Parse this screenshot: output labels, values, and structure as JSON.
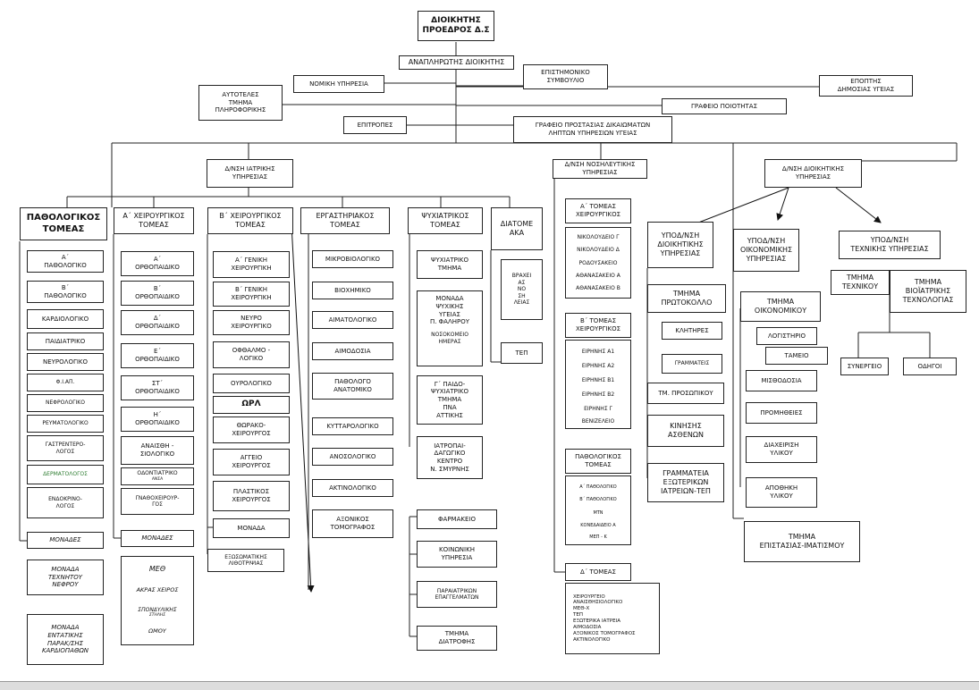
{
  "top": {
    "director": "ΔΙΟΙΚΗΤΗΣ\nΠΡΟΕΔΡΟΣ Δ.Σ",
    "deputy": "ΑΝΑΠΛΗΡΩΤΗΣ ΔΙΟΙΚΗΤΗΣ",
    "legal": "ΝΟΜΙΚΗ ΥΠΗΡΕΣΙΑ",
    "scientific": "ΕΠΙΣΤΗΜΟΝΙΚΟ\nΣΥΜΒΟΥΛΙΟ",
    "health_supervisor": "ΕΠΟΠΤΗΣ\nΔΗΜΟΣΙΑΣ ΥΓΕΙΑΣ",
    "it": "ΑΥΤΟΤΕΛΕΣ\nΤΜΗΜΑ\nΠΛΗΡΟΦΟΡΙΚΗΣ",
    "quality": "ΓΡΑΦΕΙΟ ΠΟΙΟΤΗΤΑΣ",
    "committees": "ΕΠΙΤΡΟΠΕΣ",
    "rights": "ΓΡΑΦΕΙΟ ΠΡΟΣΤΑΣΙΑΣ ΔΙΚΑΙΩΜΑΤΩΝ\nΛΗΠΤΩΝ ΥΠΗΡΕΣΙΩΝ ΥΓΕΙΑΣ"
  },
  "directorates": {
    "medical": "Δ/ΝΣΗ ΙΑΤΡΙΚΗΣ\nΥΠΗΡΕΣΙΑΣ",
    "nursing": "Δ/ΝΣΗ ΝΟΣΗΛΕΥΤΙΚΗΣ\nΥΠΗΡΕΣΙΑΣ",
    "admin": "Δ/ΝΣΗ ΔΙΟΙΚΗΤΙΚΗΣ\nΥΠΗΡΕΣΙΑΣ"
  },
  "pathology": {
    "title": "ΠΑΘΟΛΟΓΙΚΟΣ\nΤΟΜΕΑΣ",
    "items": [
      "Α΄\nΠΑΘΟΛΟΓΙΚΟ",
      "Β΄\nΠΑΘΟΛΟΓΙΚΟ",
      "ΚΑΡΔΙΟΛΟΓΙΚΟ",
      "ΠΑΙΔΙΑΤΡΙΚΟ",
      "ΝΕΥΡΟΛΟΓΙΚΟ",
      "Φ.Ι.ΑΠ.",
      "ΝΕΦΡΟΛΟΓΙΚΟ",
      "ΡΕΥΜΑΤΟΛΟΓΙΚΟ",
      "ΓΑΣΤΡΕΝΤΕΡΟ-\nΛΟΓΟΣ",
      "ΔΕΡΜΑΤΟΛΟΓΟΣ",
      "ΕΝΔΟΚΡΙΝΟ-\nΛΟΓΟΣ"
    ],
    "units": "ΜΟΝΑΔΕΣ",
    "unit_items": [
      "ΜΟΝΑΔΑ\nΤΕΧΝΗΤΟΥ\nΝΕΦΡΟΥ",
      "ΜΟΝΑΔΑ\nΕΝΤΑΤΙΚΗΣ\nΠΑΡΑΚ/ΣΗΣ\nΚΑΡΔΙΟΠΑΘΩΝ"
    ]
  },
  "surgical_a": {
    "title": "Α΄ ΧΕΙΡΟΥΡΓΙΚΟΣ\nΤΟΜΕΑΣ",
    "items": [
      "Α΄\nΟΡΘΟΠΑΙΔΙΚΟ",
      "Β΄\nΟΡΘΟΠΑΙΔΙΚΟ",
      "Δ΄\nΟΡΘΟΠΑΙΔΙΚΟ",
      "Ε΄\nΟΡΘΟΠΑΙΔΙΚΟ",
      "ΣΤ΄\nΟΡΘΟΠΑΙΔΙΚΟ",
      "Η΄\nΟΡΘΟΠΑΙΔΙΚΟ",
      "ΑΝΑΙΣΘΗ -\nΣΙΟΛΟΓΙΚΟ",
      "ΟΔΟΝΤΙΑΤΡΙΚΟ",
      "ΓΝΑΘΟΧΕΙΡΟΥΡ-\nΓΟΣ"
    ],
    "odont_sub": "ΑΝΣΑ",
    "units": "ΜΟΝΑΔΕΣ",
    "unit_items": [
      "ΜΕΘ",
      "ΑΚΡΑΣ ΧΕΙΡΟΣ",
      "ΣΠΟΝΔΥΛΙΚΗΣ",
      "ΩΜΟΥ"
    ],
    "spine_sub": "ΣΤΗΛΗΣ"
  },
  "surgical_b": {
    "title": "Β΄ ΧΕΙΡΟΥΡΓΙΚΟΣ\nΤΟΜΕΑΣ",
    "items": [
      "Α΄ ΓΕΝΙΚΗ\nΧΕΙΡΟΥΡΓΙΚΗ",
      "Β΄ ΓΕΝΙΚΗ\nΧΕΙΡΟΥΡΓΙΚΗ",
      "ΝΕΥΡΟ\nΧΕΙΡΟΥΡΓΙΚΟ",
      "ΟΦΘΑΛΜΟ -\nΛΟΓΙΚΟ",
      "ΟΥΡΟΛΟΓΙΚΟ",
      "ΩΡΛ",
      "ΘΩΡΑΚΟ-\nΧΕΙΡΟΥΡΓΟΣ",
      "ΑΓΓΕΙΟ\nΧΕΙΡΟΥΡΓΟΣ",
      "ΠΛΑΣΤΙΚΟΣ\nΧΕΙΡΟΥΡΓΟΣ"
    ],
    "unit": "ΜΟΝΑΔΑ",
    "unit_item": "ΕΞΩΣΩΜΑΤΙΚΗΣ\nΛΙΘΟΤΡΙΨΙΑΣ"
  },
  "lab": {
    "title": "ΕΡΓΑΣΤΗΡΙΑΚΟΣ\nΤΟΜΕΑΣ",
    "items": [
      "ΜΙΚΡΟΒΙΟΛΟΓΙΚΟ",
      "ΒΙΟΧΗΜΙΚΟ",
      "ΑΙΜΑΤΟΛΟΓΙΚΟ",
      "ΑΙΜΟΔΟΣΙΑ",
      "ΠΑΘΟΛΟΓΟ\nΑΝΑΤΟΜΙΚΟ",
      "ΚΥΤΤΑΡΟΛΟΓΙΚΟ",
      "ΑΝΟΣΟΛΟΓΙΚΟ",
      "ΑΚΤΙΝΟΛΟΓΙΚΟ",
      "ΑΞΟΝΙΚΟΣ\nΤΟΜΟΓΡΑΦΟΣ"
    ]
  },
  "psych": {
    "title": "ΨΥΧΙΑΤΡΙΚΟΣ\nΤΟΜΕΑΣ",
    "items": [
      "ΨΥΧΙΑΤΡΙΚΟ\nΤΜΗΜΑ",
      "ΜΟΝΑΔΑ\nΨΥΧΙΚΗΣ\nΥΓΕΙΑΣ\nΠ. ΦΑΛΗΡΟΥ",
      "ΝΟΣΟΚΟΜΕΙΟ\nΗΜΕΡΑΣ",
      "Γ΄ ΠΑΙΔΟ-\nΨΥΧΙΑΤΡΙΚΟ\nΤΜΗΜΑ\nΠΝΑ\nΑΤΤΙΚΗΣ",
      "ΙΑΤΡΟΠΑΙ-\nΔΑΓΩΓΙΚΟ\nΚΕΝΤΡΟ\nΝ. ΣΜΥΡΝΗΣ"
    ]
  },
  "inter": {
    "title": "ΔΙΑΤΟΜΕ\nΑΚΑ",
    "items": [
      "ΒΡΑΧΕΙ\nΑΣ\nΝΟ\nΣΗ\nΛΕΙΑΣ",
      "ΤΕΠ"
    ]
  },
  "other_med": [
    "ΦΑΡΜΑΚΕΙΟ",
    "ΚΟΙΝΩΝΙΚΗ\nΥΠΗΡΕΣΙΑ",
    "ΠΑΡΑΙΑΤΡΙΚΩΝ\nΕΠΑΓΓΕΛΜΑΤΩΝ",
    "ΤΜΗΜΑ\nΔΙΑΤΡΟΦΗΣ"
  ],
  "nursing": {
    "a_title": "Α΄ ΤΟΜΕΑΣ\nΧΕΙΡΟΥΡΓΙΚΟΣ",
    "a_items": [
      "ΝΙΚΟΛΟΥΔΕΙΟ Γ",
      "ΝΙΚΟΛΟΥΔΕΙΟ Δ",
      "ΡΟΔΟΥΣΑΚΕΙΟ",
      "ΑΘΑΝΑΣΑΚΕΙΟ Α",
      "ΑΘΑΝΑΣΑΚΕΙΟ Β"
    ],
    "b_title": "Β΄ ΤΟΜΕΑΣ\nΧΕΙΡΟΥΡΓΙΚΟΣ",
    "b_items": [
      "ΕΙΡΗΝΗΣ Α1",
      "ΕΙΡΗΝΗΣ Α2",
      "ΕΙΡΗΝΗΣ Β1",
      "ΕΙΡΗΝΗΣ Β2",
      "ΕΙΡΗΝΗΣ Γ",
      "ΒΕΝΙΖΕΛΕΙΟ"
    ],
    "p_title": "ΠΑΘΟΛΟΓΙΚΟΣ\nΤΟΜΕΑΣ",
    "p_items": [
      "Α΄ ΠΑΘΟΛΟΓΙΚΟ",
      "Β΄ ΠΑΘΟΛΟΓΙΚΟ",
      "ΜΤΝ",
      "ΚΟΝΕΔΑΙΔΕΙΟ Α",
      "ΜΕΠ - Κ"
    ],
    "d_title": "Δ΄ ΤΟΜΕΑΣ",
    "d_items": "ΧΕΙΡΟΥΡΓΕΙΟ\nΑΝΑΙΣΘΗΣΙΟΛΟΓΙΚΟ\nΜΕΘ-Χ\nΤΕΠ\nΕΞΩΤΕΡΙΚΑ ΙΑΤΡΕΙΑ\nΑΙΜΟΔΟΣΙΑ\nΑΞΟΝΙΚΟΣ ΤΟΜΟΓΡΑΦΟΣ\nΑΚΤΙΝΟΛΟΓΙΚΟ"
  },
  "admin": {
    "sub1": "ΥΠΟΔ/ΝΣΗ\nΔΙΟΙΚΗΤΙΚΗΣ\nΥΠΗΡΕΣΙΑΣ",
    "sub1_items": [
      "ΤΜΗΜΑ\nΠΡΩΤΟΚΟΛΛΟ",
      "ΚΛΗΤΗΡΕΣ",
      "ΓΡΑΜΜΑΤΕΙΣ",
      "ΤΜ. ΠΡΟΣΩΠΙΚΟΥ",
      "ΚΙΝΗΣΗΣ\nΑΣΘΕΝΩΝ",
      "ΓΡΑΜΜΑΤΕΙΑ\nΕΞΩΤΕΡΙΚΩΝ\nΙΑΤΡΕΙΩΝ-ΤΕΠ"
    ],
    "sub2": "ΥΠΟΔ/ΝΣΗ\nΟΙΚΟΝΟΜΙΚΗΣ\nΥΠΗΡΕΣΙΑΣ",
    "sub2_items": [
      "ΤΜΗΜΑ\nΟΙΚΟΝΟΜΙΚΟΥ",
      "ΛΟΓΙΣΤΗΡΙΟ",
      "ΤΑΜΕΙΟ",
      "ΜΙΣΘΟΔΟΣΙΑ",
      "ΠΡΟΜΗΘΕΙΕΣ",
      "ΔΙΑΧΕΙΡΙΣΗ\nΥΛΙΚΟΥ",
      "ΑΠΟΘΗΚΗ\nΥΛΙΚΟΥ"
    ],
    "sub3": "ΥΠΟΔ/ΝΣΗ\nΤΕΧΝΙΚΗΣ ΥΠΗΡΕΣΙΑΣ",
    "sub3_items": [
      "ΤΜΗΜΑ\nΤΕΧΝΙΚΟΥ",
      "ΤΜΗΜΑ\nΒΙΟΪΑΤΡΙΚΗΣ\nΤΕΧΝΟΛΟΓΙΑΣ",
      "ΣΥΝΕΡΓΕΙΟ",
      "ΟΔΗΓΟΙ"
    ],
    "supervision": "ΤΜΗΜΑ\nΕΠΙΣΤΑΣΙΑΣ-ΙΜΑΤΙΣΜΟΥ"
  }
}
